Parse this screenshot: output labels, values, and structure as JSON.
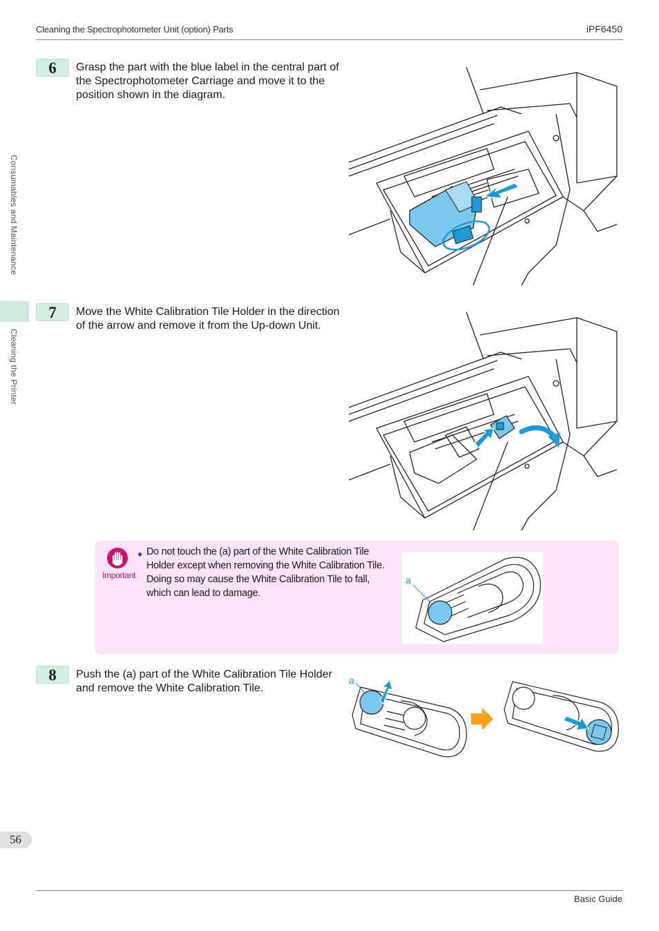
{
  "header": {
    "section_title": "Cleaning the Spectrophotometer Unit (option) Parts",
    "model": "iPF6450"
  },
  "side_tabs": {
    "chapter": "Consumables and Maintenance",
    "section": "Cleaning the Printer"
  },
  "steps": [
    {
      "number": "6",
      "text": "Grasp the part with the blue label in the central part of the Spectrophotometer Carriage and move it to the position shown in the diagram."
    },
    {
      "number": "7",
      "text": "Move the White Calibration Tile Holder in the direction of the arrow and remove it from the Up-down Unit."
    },
    {
      "number": "8",
      "text": "Push the (a) part of the White Calibration Tile Holder and remove the White Calibration Tile."
    }
  ],
  "important": {
    "label": "Important",
    "text": "Do not touch the (a) part of the White Calibration Tile Holder except when removing the White Calibration Tile. Doing so may cause the White Calibration Tile to fall, which can lead to damage.",
    "callout": "a"
  },
  "step8_callout": "a",
  "footer": {
    "page_number": "56",
    "guide_name": "Basic Guide"
  },
  "colors": {
    "step_badge": "#d6ede4",
    "important_bg": "#fde3f7",
    "important_accent": "#d0106e",
    "highlight_blue": "#1e9ad6",
    "arrow_orange": "#f5a31a"
  }
}
